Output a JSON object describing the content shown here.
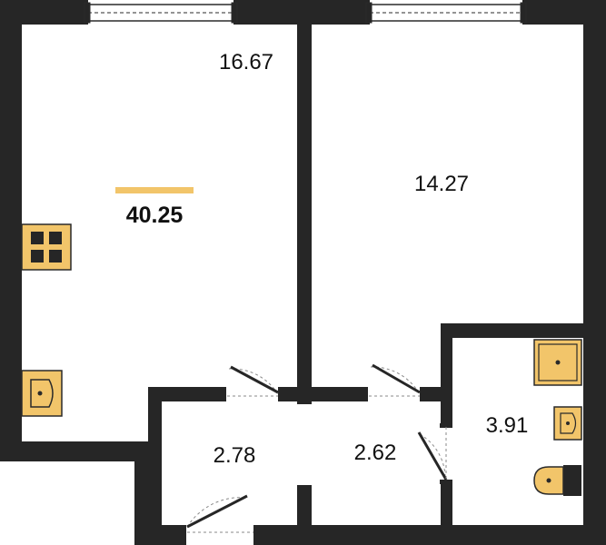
{
  "plan": {
    "total_area": "40.25",
    "rooms": [
      {
        "id": "kitchen-living",
        "area": "16.67"
      },
      {
        "id": "bedroom",
        "area": "14.27"
      },
      {
        "id": "hall",
        "area": "2.78"
      },
      {
        "id": "corridor",
        "area": "2.62"
      },
      {
        "id": "bathroom",
        "area": "3.91"
      }
    ]
  },
  "colors": {
    "wall": "#262626",
    "fixture": "#F2C56A",
    "fixture_stroke": "#2a2a2a",
    "accent": "#F2C56A",
    "door_swing": "#8a8a8a"
  },
  "icons": [
    "stove-icon",
    "kitchen-sink-icon",
    "shower-tray-icon",
    "washbasin-icon",
    "toilet-icon",
    "door-icon",
    "window-icon"
  ]
}
